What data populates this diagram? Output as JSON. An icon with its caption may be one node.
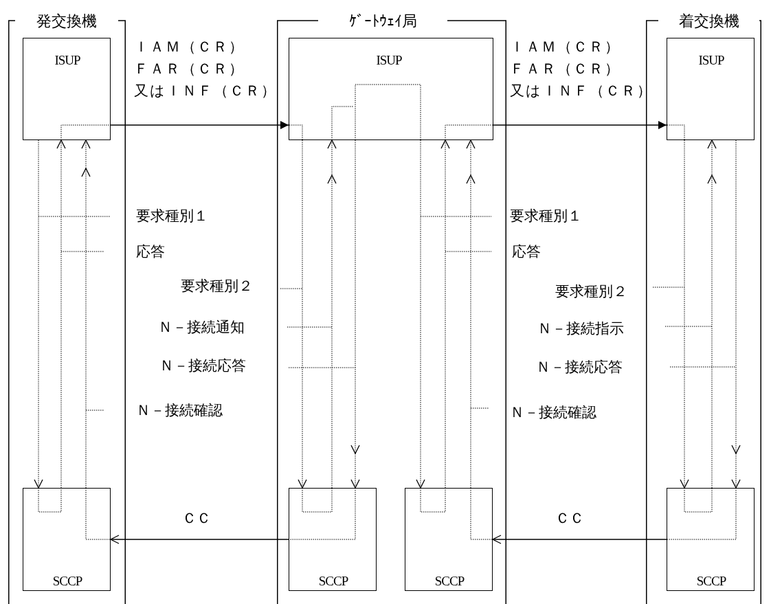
{
  "diagram": {
    "nodes": [
      {
        "text": [
          "発交換機"
        ]
      },
      {
        "text": [
          "ISUP"
        ],
        "in": 0
      },
      {
        "text": [
          "SCCP"
        ],
        "in": 0
      },
      {
        "text": [
          "ｹﾞｰﾄｳｪｲ局"
        ]
      },
      {
        "text": [
          "ISUP"
        ],
        "in": 3
      },
      {
        "text": [
          "SCCP"
        ],
        "in": 3
      },
      {
        "text": [
          "SCCP"
        ],
        "in": 3
      },
      {
        "text": [
          "着交換機"
        ]
      },
      {
        "text": [
          "ISUP"
        ],
        "in": 7
      },
      {
        "text": [
          "SCCP"
        ],
        "in": 7
      }
    ],
    "edges": [
      {
        "from": 1,
        "to": 4,
        "arrow": "to",
        "label": "ＩＡＭ（ＣＲ）ＦＡＲ（ＣＲ）又はＩＮＦ（ＣＲ）"
      },
      {
        "from": 4,
        "to": 8,
        "arrow": "to",
        "label": "ＩＡＭ（ＣＲ）ＦＡＲ（ＣＲ）又はＩＮＦ（ＣＲ）"
      },
      {
        "from": 5,
        "to": 2,
        "arrow": "to",
        "label": "ＣＣ"
      },
      {
        "from": 9,
        "to": 6,
        "arrow": "to",
        "label": "ＣＣ"
      },
      {
        "from": 1,
        "to": 2,
        "arrow": "to",
        "style": "dashed",
        "label": "要求種別１"
      },
      {
        "from": 2,
        "to": 1,
        "arrow": "to",
        "style": "dashed",
        "label": "応答"
      },
      {
        "from": 2,
        "to": 1,
        "arrow": "to",
        "style": "dashed",
        "label": "Ｎ－接続確認"
      },
      {
        "from": 4,
        "to": 5,
        "arrow": "to",
        "style": "dashed",
        "label": "要求種別２"
      },
      {
        "from": 5,
        "to": 4,
        "arrow": "to",
        "style": "dashed",
        "label": "Ｎ－接続通知"
      },
      {
        "from": 4,
        "to": 5,
        "arrow": "to",
        "style": "dashed",
        "label": "Ｎ－接続応答"
      },
      {
        "from": 4,
        "to": 6,
        "arrow": "to",
        "style": "dashed",
        "label": "要求種別１"
      },
      {
        "from": 6,
        "to": 4,
        "arrow": "to",
        "style": "dashed",
        "label": "応答"
      },
      {
        "from": 6,
        "to": 4,
        "arrow": "to",
        "style": "dashed",
        "label": "Ｎ－接続確認"
      },
      {
        "from": 8,
        "to": 9,
        "arrow": "to",
        "style": "dashed",
        "label": "要求種別２"
      },
      {
        "from": 9,
        "to": 8,
        "arrow": "to",
        "style": "dashed",
        "label": "Ｎ－接続指示"
      },
      {
        "from": 8,
        "to": 9,
        "arrow": "to",
        "style": "dashed",
        "label": "Ｎ－接続応答"
      }
    ]
  }
}
